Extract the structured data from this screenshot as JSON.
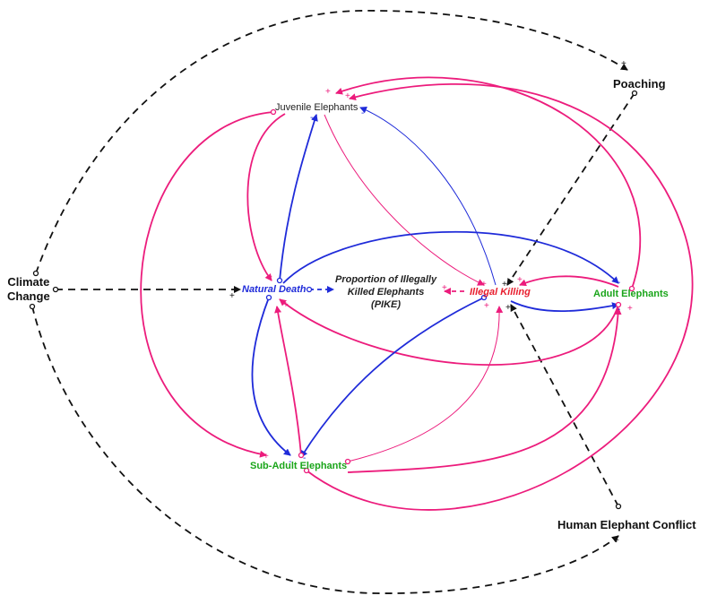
{
  "nodes": {
    "poaching": "Poaching",
    "climate_change": [
      "Climate",
      "Change"
    ],
    "hec": "Human Elephant Conflict",
    "juvenile": "Juvenile Elephants",
    "adult": "Adult Elephants",
    "subadult": "Sub-Adult Elephants",
    "natural_death": "Natural Death",
    "illegal_killing": "Illegal Killing",
    "pike": [
      "Proportion of Illegally",
      "Killed Elephants",
      "(PIKE)"
    ]
  },
  "colors": {
    "external": "#111111",
    "population": "#1aa51a",
    "natural_death": "#1f2bd9",
    "illegal_killing": "#e81e2e",
    "pink_link": "#ec1c7c",
    "blue_link": "#1f2bd9"
  },
  "polarity": {
    "positive": "+",
    "negative": "-"
  }
}
